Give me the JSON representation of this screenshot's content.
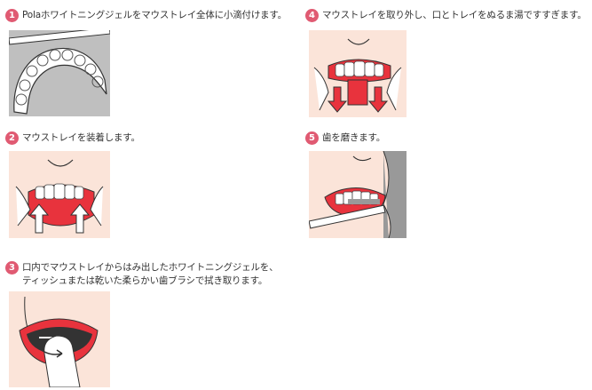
{
  "steps": [
    {
      "number": "1",
      "caption": "Polaホワイトニングジェルをマウストレイ全体に小滴付けます。"
    },
    {
      "number": "2",
      "caption": "マウストレイを装着します。"
    },
    {
      "number": "3",
      "caption_lines": [
        "口内でマウストレイからはみ出したホワイトニングジェルを、",
        "ティッシュまたは乾いた柔らかい歯ブラシで拭き取ります。"
      ]
    },
    {
      "number": "4",
      "caption": "マウストレイを取り外し、口とトレイをぬるま湯ですすぎます。"
    },
    {
      "number": "5",
      "caption": "歯を磨きます。"
    }
  ],
  "colors": {
    "badge": "#e05a72",
    "skin": "#fbe4d9",
    "tray_red": "#e8333d",
    "illustration_gray": "#bfbfbf"
  }
}
